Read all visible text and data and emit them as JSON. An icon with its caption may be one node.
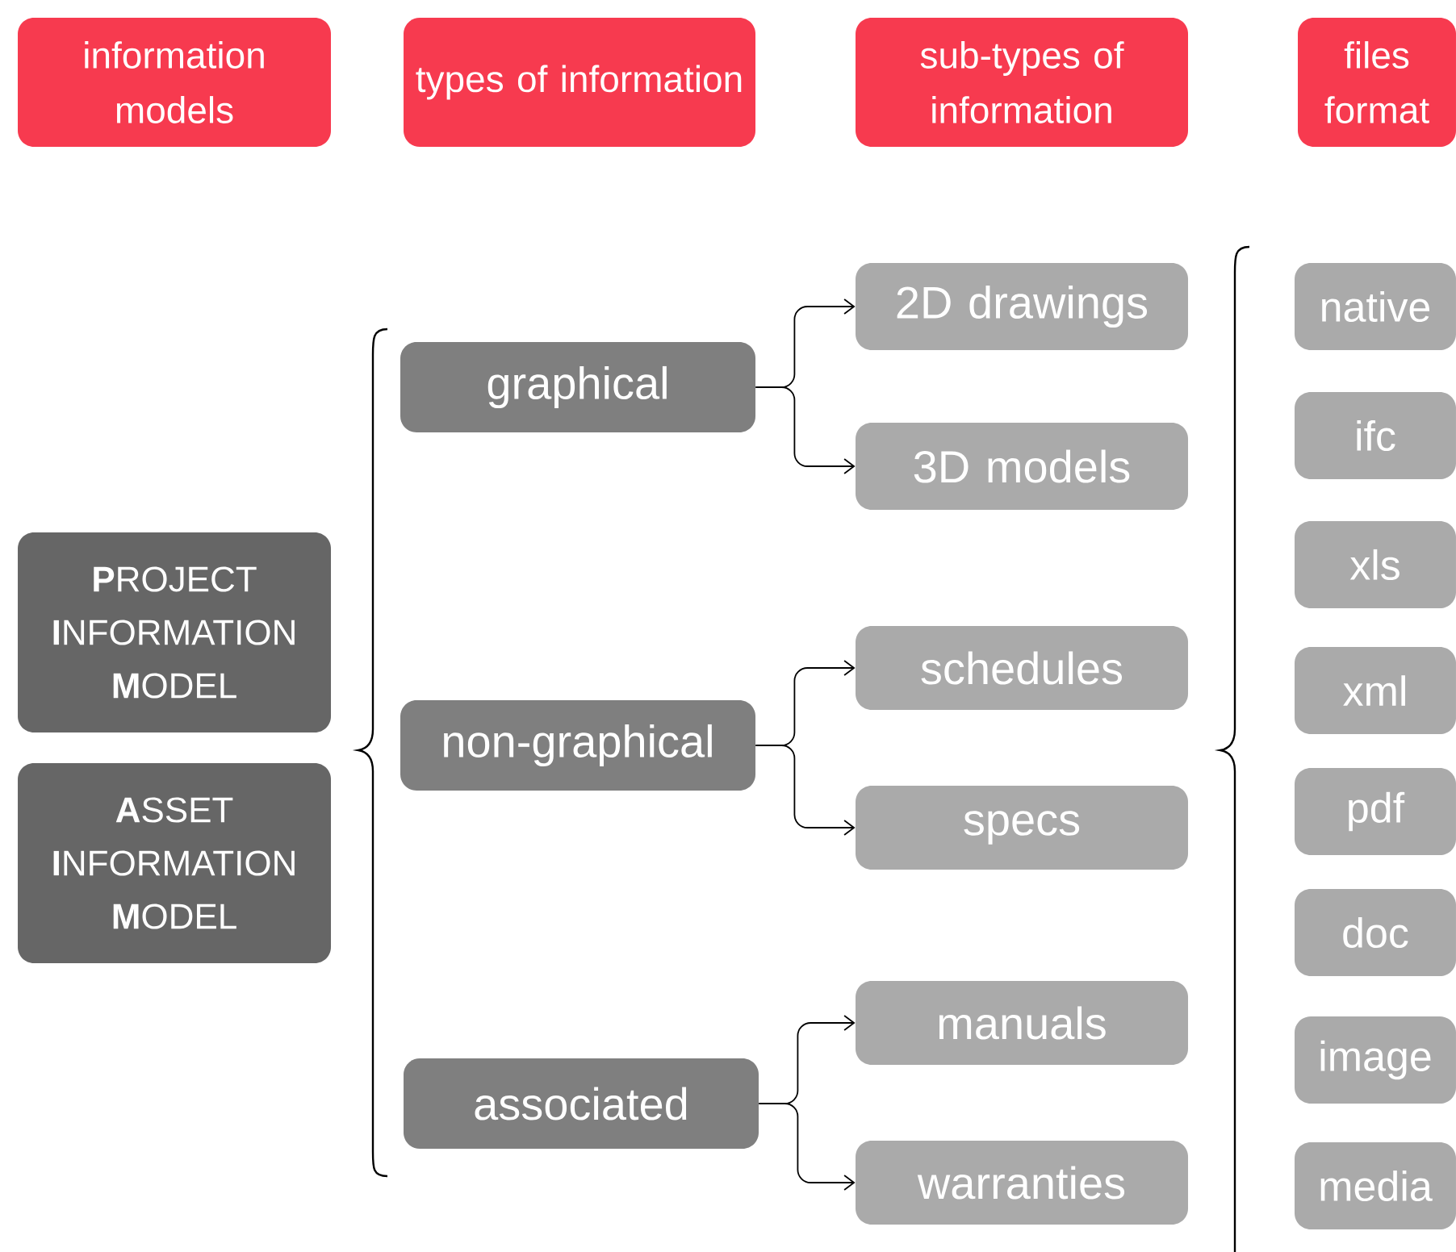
{
  "diagram": {
    "nodes": [
      {
        "text": [
          "information models"
        ]
      },
      {
        "text": [
          "types of information"
        ]
      },
      {
        "text": [
          "sub-types of information"
        ]
      },
      {
        "text": [
          "files format"
        ]
      },
      {
        "text": [
          "**P**ROJECT **I**NFORMATION **M**ODEL"
        ]
      },
      {
        "text": [
          "**A**SSET **I**NFORMATION **M**ODEL"
        ]
      },
      {
        "text": [
          "graphical"
        ]
      },
      {
        "text": [
          "non-graphical"
        ]
      },
      {
        "text": [
          "associated"
        ]
      },
      {
        "text": [
          "2D drawings"
        ]
      },
      {
        "text": [
          "3D models"
        ]
      },
      {
        "text": [
          "schedules"
        ]
      },
      {
        "text": [
          "specs"
        ]
      },
      {
        "text": [
          "manuals"
        ]
      },
      {
        "text": [
          "warranties"
        ]
      },
      {
        "text": [
          "native"
        ]
      },
      {
        "text": [
          "ifc"
        ]
      },
      {
        "text": [
          "xls"
        ]
      },
      {
        "text": [
          "xml"
        ]
      },
      {
        "text": [
          "pdf"
        ]
      },
      {
        "text": [
          "doc"
        ]
      },
      {
        "text": [
          "image"
        ]
      },
      {
        "text": [
          "media"
        ]
      }
    ],
    "edges": [
      {
        "from": 6,
        "to": 9,
        "arrow": "to"
      },
      {
        "from": 6,
        "to": 10,
        "arrow": "to"
      },
      {
        "from": 7,
        "to": 11,
        "arrow": "to"
      },
      {
        "from": 7,
        "to": 12,
        "arrow": "to"
      },
      {
        "from": 8,
        "to": 13,
        "arrow": "to"
      },
      {
        "from": 8,
        "to": 14,
        "arrow": "to"
      }
    ]
  }
}
